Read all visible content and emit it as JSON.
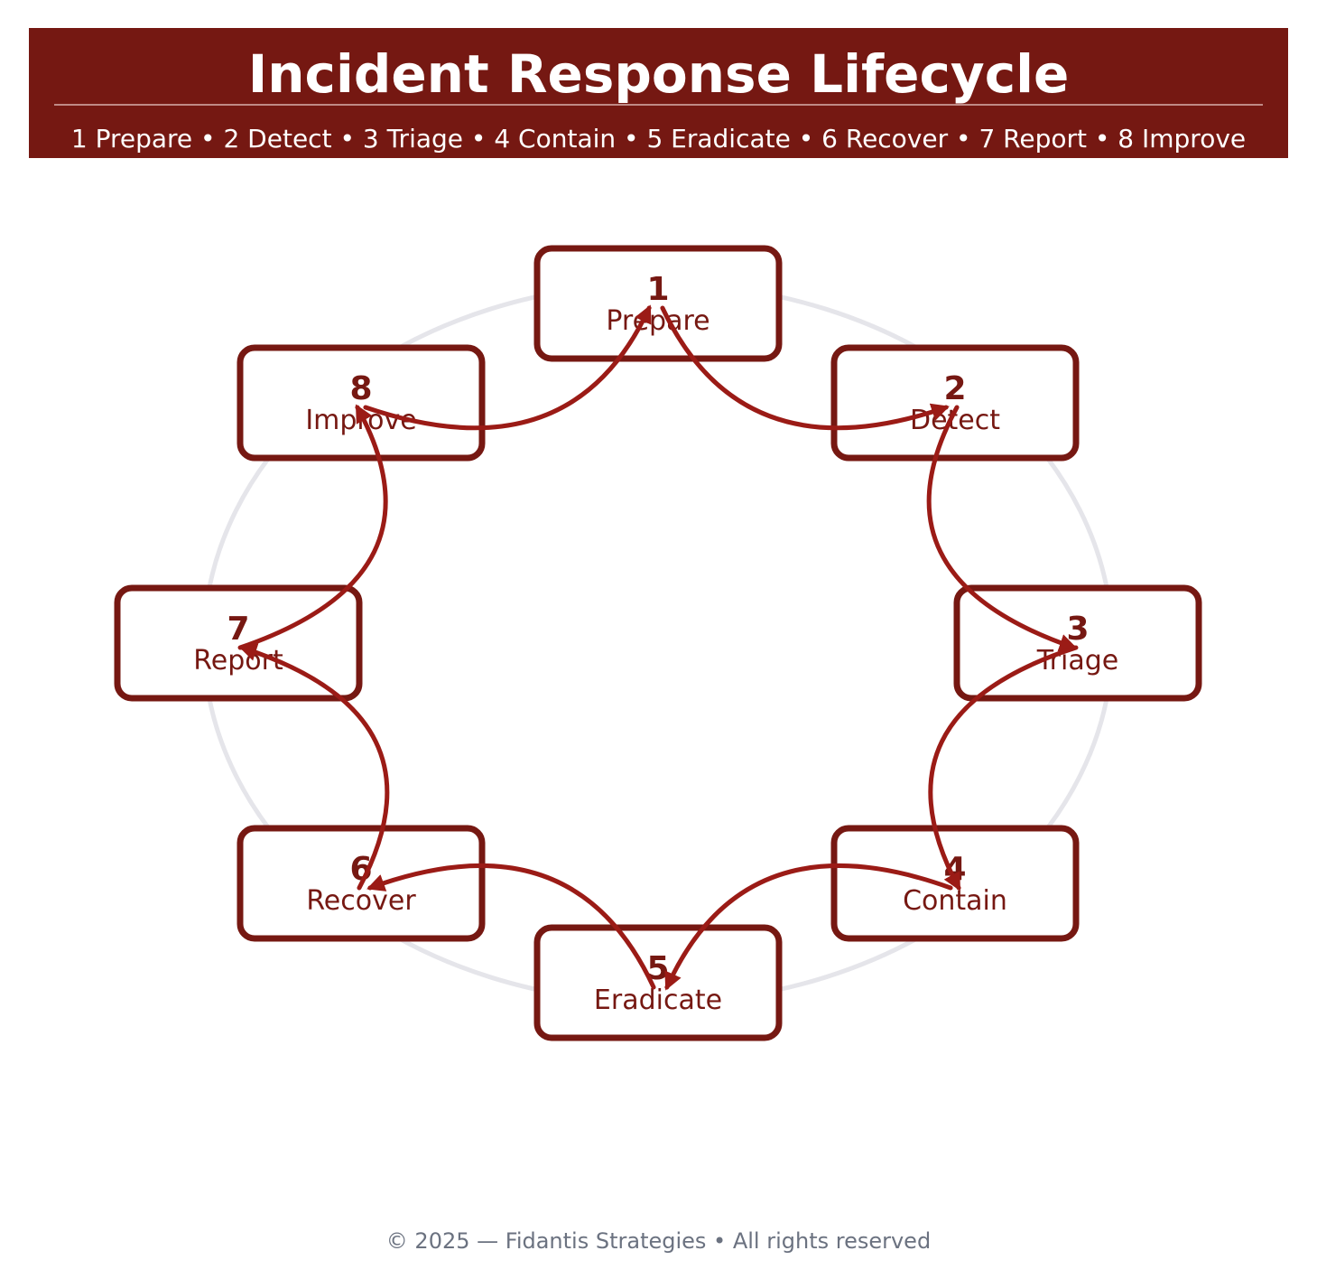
{
  "header": {
    "title": "Incident Response Lifecycle",
    "subtitle": "1 Prepare • 2 Detect • 3 Triage • 4 Contain • 5 Eradicate • 6 Recover • 7 Report • 8 Improve"
  },
  "colors": {
    "header_bg": "#751812",
    "node_border": "#761812",
    "arrow": "#9b1b16",
    "ring": "#e5e5ea"
  },
  "nodes": [
    {
      "num": "1",
      "label": "Prepare"
    },
    {
      "num": "2",
      "label": "Detect"
    },
    {
      "num": "3",
      "label": "Triage"
    },
    {
      "num": "4",
      "label": "Contain"
    },
    {
      "num": "5",
      "label": "Eradicate"
    },
    {
      "num": "6",
      "label": "Recover"
    },
    {
      "num": "7",
      "label": "Report"
    },
    {
      "num": "8",
      "label": "Improve"
    }
  ],
  "edges": [
    [
      1,
      2
    ],
    [
      2,
      3
    ],
    [
      3,
      4
    ],
    [
      4,
      5
    ],
    [
      5,
      6
    ],
    [
      6,
      7
    ],
    [
      7,
      8
    ],
    [
      8,
      1
    ]
  ],
  "footer": "© 2025 — Fidantis Strategies • All rights reserved"
}
